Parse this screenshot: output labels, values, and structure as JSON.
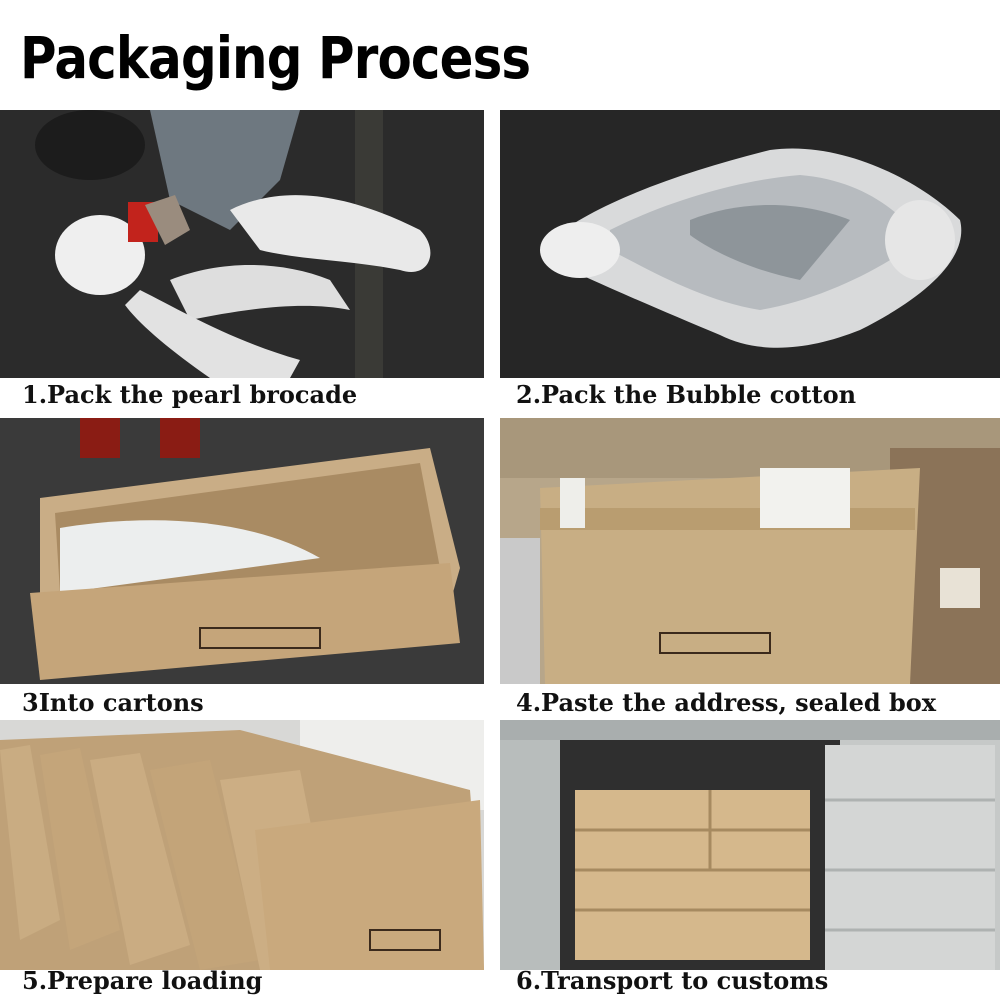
{
  "title": "Packaging Process",
  "steps": [
    {
      "caption": "1.Pack the pearl brocade"
    },
    {
      "caption": "2.Pack the Bubble cotton"
    },
    {
      "caption": "3Into cartons"
    },
    {
      "caption": "4.Paste the address, sealed box"
    },
    {
      "caption": "5.Prepare loading"
    },
    {
      "caption": "6.Transport to customs"
    }
  ]
}
